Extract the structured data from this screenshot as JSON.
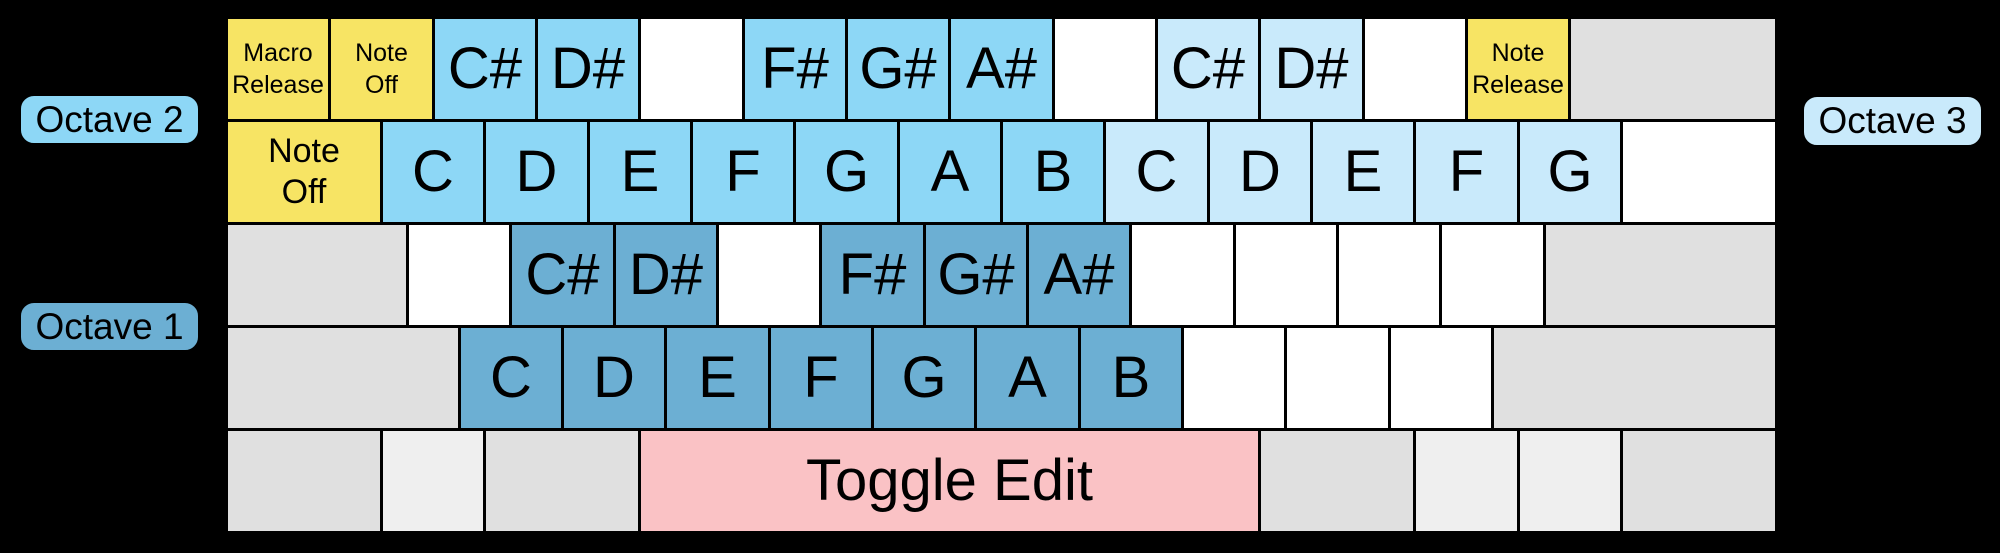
{
  "colors": {
    "octave1": "#6CAFD3",
    "octave2": "#8DD7F6",
    "octave3": "#C9EAFB",
    "yellow": "#F7E464",
    "pink": "#FAC2C5",
    "gray": "#E0E0E0",
    "gray_light": "#EFEFEF",
    "white": "#FFFFFF",
    "border": "#000000",
    "background": "#000000"
  },
  "octave_labels": {
    "left_top": {
      "text": "Octave 2",
      "color": "octave2"
    },
    "left_bottom": {
      "text": "Octave 1",
      "color": "octave1"
    },
    "right_top": {
      "text": "Octave 3",
      "color": "octave3"
    }
  },
  "keyboard": {
    "units_per_row": 15,
    "rows": [
      {
        "keys": [
          {
            "name": "key-macro-release",
            "label": "Macro\nRelease",
            "color": "yellow",
            "w": 1,
            "size": "sm"
          },
          {
            "name": "key-note-off",
            "label": "Note\nOff",
            "color": "yellow",
            "w": 1,
            "size": "sm"
          },
          {
            "name": "key-note-c-sharp-oct2",
            "label": "C#",
            "color": "octave2",
            "w": 1,
            "size": "note",
            "octave": 2
          },
          {
            "name": "key-note-d-sharp-oct2",
            "label": "D#",
            "color": "octave2",
            "w": 1,
            "size": "note",
            "octave": 2
          },
          {
            "name": "key-unmapped",
            "label": "",
            "color": "white",
            "w": 1,
            "size": "note"
          },
          {
            "name": "key-note-f-sharp-oct2",
            "label": "F#",
            "color": "octave2",
            "w": 1,
            "size": "note",
            "octave": 2
          },
          {
            "name": "key-note-g-sharp-oct2",
            "label": "G#",
            "color": "octave2",
            "w": 1,
            "size": "note",
            "octave": 2
          },
          {
            "name": "key-note-a-sharp-oct2",
            "label": "A#",
            "color": "octave2",
            "w": 1,
            "size": "note",
            "octave": 2
          },
          {
            "name": "key-unmapped",
            "label": "",
            "color": "white",
            "w": 1,
            "size": "note"
          },
          {
            "name": "key-note-c-sharp-oct3",
            "label": "C#",
            "color": "octave3",
            "w": 1,
            "size": "note",
            "octave": 3
          },
          {
            "name": "key-note-d-sharp-oct3",
            "label": "D#",
            "color": "octave3",
            "w": 1,
            "size": "note",
            "octave": 3
          },
          {
            "name": "key-unmapped",
            "label": "",
            "color": "white",
            "w": 1,
            "size": "note"
          },
          {
            "name": "key-note-release",
            "label": "Note\nRelease",
            "color": "yellow",
            "w": 1,
            "size": "sm"
          },
          {
            "name": "key-inactive",
            "label": "",
            "color": "gray",
            "w": 2,
            "size": "note"
          }
        ]
      },
      {
        "keys": [
          {
            "name": "key-note-off",
            "label": "Note\nOff",
            "color": "yellow",
            "w": 1.5,
            "size": "tab"
          },
          {
            "name": "key-note-c-oct2",
            "label": "C",
            "color": "octave2",
            "w": 1,
            "size": "note",
            "octave": 2
          },
          {
            "name": "key-note-d-oct2",
            "label": "D",
            "color": "octave2",
            "w": 1,
            "size": "note",
            "octave": 2
          },
          {
            "name": "key-note-e-oct2",
            "label": "E",
            "color": "octave2",
            "w": 1,
            "size": "note",
            "octave": 2
          },
          {
            "name": "key-note-f-oct2",
            "label": "F",
            "color": "octave2",
            "w": 1,
            "size": "note",
            "octave": 2
          },
          {
            "name": "key-note-g-oct2",
            "label": "G",
            "color": "octave2",
            "w": 1,
            "size": "note",
            "octave": 2
          },
          {
            "name": "key-note-a-oct2",
            "label": "A",
            "color": "octave2",
            "w": 1,
            "size": "note",
            "octave": 2
          },
          {
            "name": "key-note-b-oct2",
            "label": "B",
            "color": "octave2",
            "w": 1,
            "size": "note",
            "octave": 2
          },
          {
            "name": "key-note-c-oct3",
            "label": "C",
            "color": "octave3",
            "w": 1,
            "size": "note",
            "octave": 3
          },
          {
            "name": "key-note-d-oct3",
            "label": "D",
            "color": "octave3",
            "w": 1,
            "size": "note",
            "octave": 3
          },
          {
            "name": "key-note-e-oct3",
            "label": "E",
            "color": "octave3",
            "w": 1,
            "size": "note",
            "octave": 3
          },
          {
            "name": "key-note-f-oct3",
            "label": "F",
            "color": "octave3",
            "w": 1,
            "size": "note",
            "octave": 3
          },
          {
            "name": "key-note-g-oct3",
            "label": "G",
            "color": "octave3",
            "w": 1,
            "size": "note",
            "octave": 3
          },
          {
            "name": "key-unmapped",
            "label": "",
            "color": "white",
            "w": 1.5,
            "size": "note"
          }
        ]
      },
      {
        "keys": [
          {
            "name": "key-inactive",
            "label": "",
            "color": "gray",
            "w": 1.75,
            "size": "note"
          },
          {
            "name": "key-unmapped",
            "label": "",
            "color": "white",
            "w": 1,
            "size": "note"
          },
          {
            "name": "key-note-c-sharp-oct1",
            "label": "C#",
            "color": "octave1",
            "w": 1,
            "size": "note",
            "octave": 1
          },
          {
            "name": "key-note-d-sharp-oct1",
            "label": "D#",
            "color": "octave1",
            "w": 1,
            "size": "note",
            "octave": 1
          },
          {
            "name": "key-unmapped",
            "label": "",
            "color": "white",
            "w": 1,
            "size": "note"
          },
          {
            "name": "key-note-f-sharp-oct1",
            "label": "F#",
            "color": "octave1",
            "w": 1,
            "size": "note",
            "octave": 1
          },
          {
            "name": "key-note-g-sharp-oct1",
            "label": "G#",
            "color": "octave1",
            "w": 1,
            "size": "note",
            "octave": 1
          },
          {
            "name": "key-note-a-sharp-oct1",
            "label": "A#",
            "color": "octave1",
            "w": 1,
            "size": "note",
            "octave": 1
          },
          {
            "name": "key-unmapped",
            "label": "",
            "color": "white",
            "w": 1,
            "size": "note"
          },
          {
            "name": "key-unmapped",
            "label": "",
            "color": "white",
            "w": 1,
            "size": "note"
          },
          {
            "name": "key-unmapped",
            "label": "",
            "color": "white",
            "w": 1,
            "size": "note"
          },
          {
            "name": "key-unmapped",
            "label": "",
            "color": "white",
            "w": 1,
            "size": "note"
          },
          {
            "name": "key-inactive",
            "label": "",
            "color": "gray",
            "w": 2.25,
            "size": "note"
          }
        ]
      },
      {
        "keys": [
          {
            "name": "key-inactive",
            "label": "",
            "color": "gray",
            "w": 2.25,
            "size": "note"
          },
          {
            "name": "key-note-c-oct1",
            "label": "C",
            "color": "octave1",
            "w": 1,
            "size": "note",
            "octave": 1
          },
          {
            "name": "key-note-d-oct1",
            "label": "D",
            "color": "octave1",
            "w": 1,
            "size": "note",
            "octave": 1
          },
          {
            "name": "key-note-e-oct1",
            "label": "E",
            "color": "octave1",
            "w": 1,
            "size": "note",
            "octave": 1
          },
          {
            "name": "key-note-f-oct1",
            "label": "F",
            "color": "octave1",
            "w": 1,
            "size": "note",
            "octave": 1
          },
          {
            "name": "key-note-g-oct1",
            "label": "G",
            "color": "octave1",
            "w": 1,
            "size": "note",
            "octave": 1
          },
          {
            "name": "key-note-a-oct1",
            "label": "A",
            "color": "octave1",
            "w": 1,
            "size": "note",
            "octave": 1
          },
          {
            "name": "key-note-b-oct1",
            "label": "B",
            "color": "octave1",
            "w": 1,
            "size": "note",
            "octave": 1
          },
          {
            "name": "key-unmapped",
            "label": "",
            "color": "white",
            "w": 1,
            "size": "note"
          },
          {
            "name": "key-unmapped",
            "label": "",
            "color": "white",
            "w": 1,
            "size": "note"
          },
          {
            "name": "key-unmapped",
            "label": "",
            "color": "white",
            "w": 1,
            "size": "note"
          },
          {
            "name": "key-inactive",
            "label": "",
            "color": "gray",
            "w": 2.75,
            "size": "note"
          }
        ]
      },
      {
        "keys": [
          {
            "name": "key-inactive",
            "label": "",
            "color": "gray",
            "w": 1.5,
            "size": "note"
          },
          {
            "name": "key-inactive",
            "label": "",
            "color": "gray_light",
            "w": 1,
            "size": "note"
          },
          {
            "name": "key-inactive",
            "label": "",
            "color": "gray",
            "w": 1.5,
            "size": "note"
          },
          {
            "name": "key-toggle-edit",
            "label": "Toggle Edit",
            "color": "pink",
            "w": 6,
            "size": "space"
          },
          {
            "name": "key-inactive",
            "label": "",
            "color": "gray",
            "w": 1.5,
            "size": "note"
          },
          {
            "name": "key-inactive",
            "label": "",
            "color": "gray_light",
            "w": 1,
            "size": "note"
          },
          {
            "name": "key-inactive",
            "label": "",
            "color": "gray_light",
            "w": 1,
            "size": "note"
          },
          {
            "name": "key-inactive",
            "label": "",
            "color": "gray",
            "w": 1.5,
            "size": "note"
          }
        ]
      }
    ]
  }
}
